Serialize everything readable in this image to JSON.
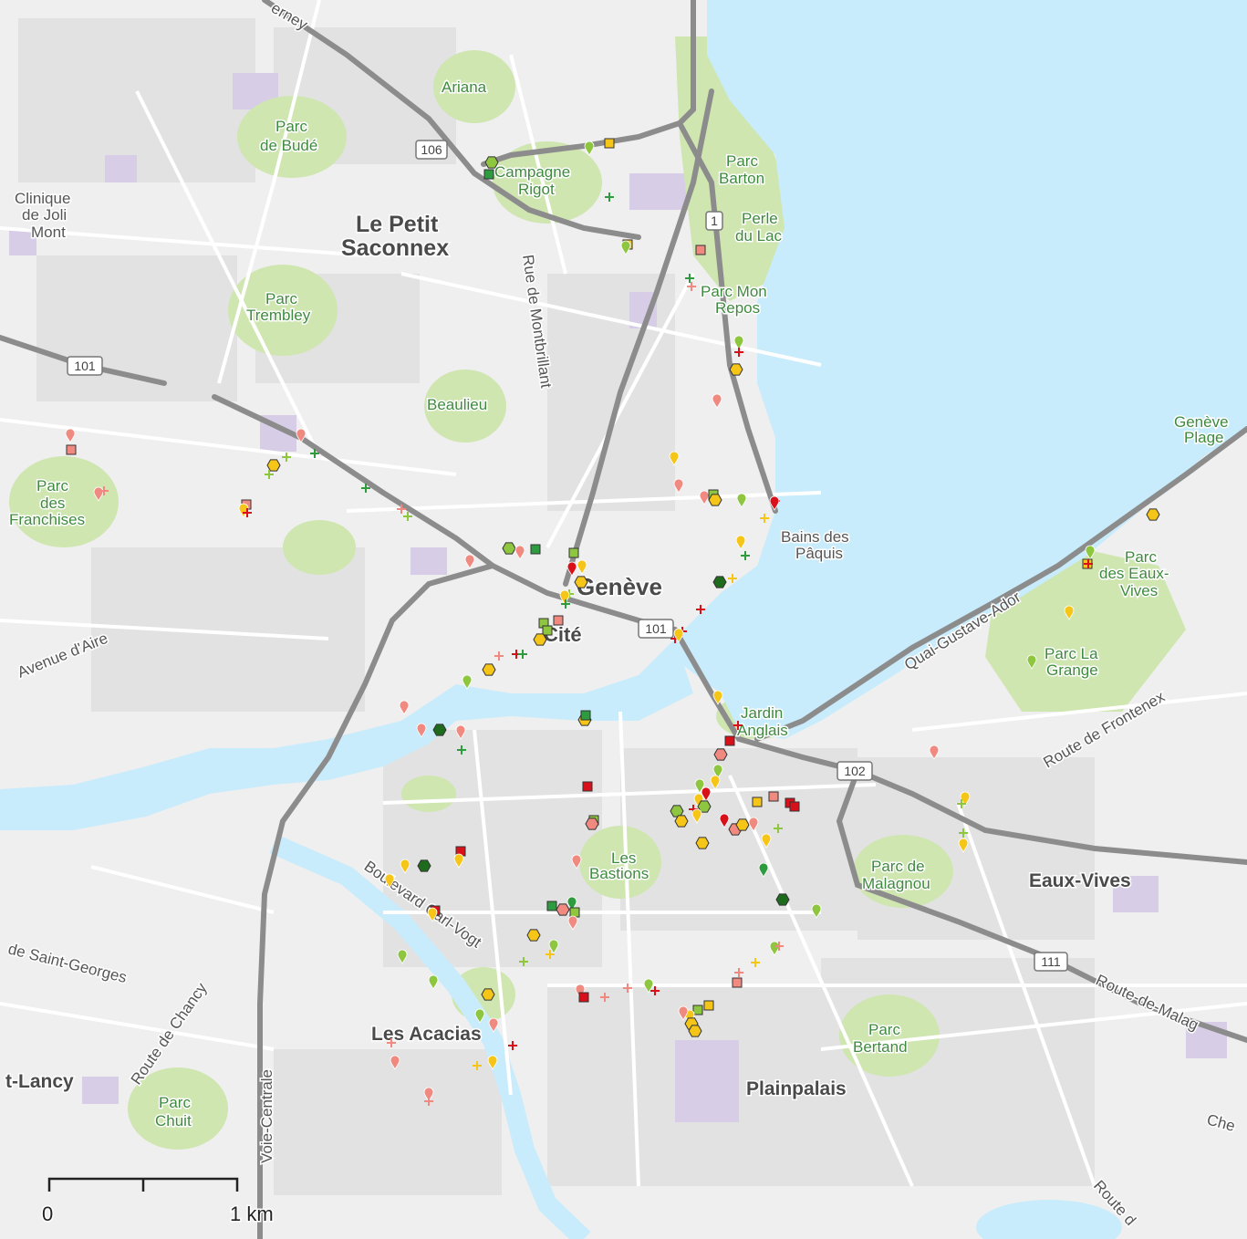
{
  "map": {
    "colors": {
      "land": "#efefef",
      "water": "#c8ecfb",
      "park": "#cfe6b0",
      "block": "#e2e2e2",
      "street": "#ffffff",
      "major_road": "#8c8c8c",
      "institution": "#d7cde6"
    },
    "districts": [
      {
        "id": "le-petit-saconnex-1",
        "text": "Le Petit"
      },
      {
        "id": "le-petit-saconnex-2",
        "text": "Saconnex"
      },
      {
        "id": "geneve",
        "text": "Genève"
      },
      {
        "id": "cite",
        "text": "Cité"
      },
      {
        "id": "eaux-vives",
        "text": "Eaux-Vives"
      },
      {
        "id": "plainpalais",
        "text": "Plainpalais"
      },
      {
        "id": "les-acacias",
        "text": "Les Acacias"
      },
      {
        "id": "lancy",
        "text": "t-Lancy"
      }
    ],
    "parks": [
      {
        "id": "ariana",
        "text": "Ariana"
      },
      {
        "id": "parc-bude-1",
        "text": "Parc"
      },
      {
        "id": "parc-bude-2",
        "text": "de Budé"
      },
      {
        "id": "campagne-rigot-1",
        "text": "Campagne"
      },
      {
        "id": "campagne-rigot-2",
        "text": "Rigot"
      },
      {
        "id": "parc-barton-1",
        "text": "Parc"
      },
      {
        "id": "parc-barton-2",
        "text": "Barton"
      },
      {
        "id": "perle-du-lac-1",
        "text": "Perle"
      },
      {
        "id": "perle-du-lac-2",
        "text": "du Lac"
      },
      {
        "id": "parc-mon-repos-1",
        "text": "Parc Mon"
      },
      {
        "id": "parc-mon-repos-2",
        "text": "Repos"
      },
      {
        "id": "parc-trembley-1",
        "text": "Parc"
      },
      {
        "id": "parc-trembley-2",
        "text": "Trembley"
      },
      {
        "id": "beaulieu",
        "text": "Beaulieu"
      },
      {
        "id": "parc-franchises-1",
        "text": "Parc"
      },
      {
        "id": "parc-franchises-2",
        "text": "des"
      },
      {
        "id": "parc-franchises-3",
        "text": "Franchises"
      },
      {
        "id": "parc-eaux-vives-1",
        "text": "Parc"
      },
      {
        "id": "parc-eaux-vives-2",
        "text": "des Eaux-"
      },
      {
        "id": "parc-eaux-vives-3",
        "text": "Vives"
      },
      {
        "id": "parc-la-grange-1",
        "text": "Parc La"
      },
      {
        "id": "parc-la-grange-2",
        "text": "Grange"
      },
      {
        "id": "jardin-anglais-1",
        "text": "Jardin"
      },
      {
        "id": "jardin-anglais-2",
        "text": "Anglais"
      },
      {
        "id": "les-bastions-1",
        "text": "Les"
      },
      {
        "id": "les-bastions-2",
        "text": "Bastions"
      },
      {
        "id": "parc-malagnou-1",
        "text": "Parc de"
      },
      {
        "id": "parc-malagnou-2",
        "text": "Malagnou"
      },
      {
        "id": "parc-bertrand-1",
        "text": "Parc"
      },
      {
        "id": "parc-bertrand-2",
        "text": "Bertand"
      },
      {
        "id": "parc-chuit-1",
        "text": "Parc"
      },
      {
        "id": "parc-chuit-2",
        "text": "Chuit"
      },
      {
        "id": "geneve-plage-1",
        "text": "Genève"
      },
      {
        "id": "geneve-plage-2",
        "text": "Plage"
      }
    ],
    "pois": [
      {
        "id": "clinique-1",
        "text": "Clinique"
      },
      {
        "id": "clinique-2",
        "text": "de Joli"
      },
      {
        "id": "clinique-3",
        "text": "Mont"
      },
      {
        "id": "bains-paquis-1",
        "text": "Bains des"
      },
      {
        "id": "bains-paquis-2",
        "text": "Pâquis"
      }
    ],
    "roads": [
      {
        "id": "ferney",
        "text": "erney"
      },
      {
        "id": "montbrillant",
        "text": "Rue de Montbrillant"
      },
      {
        "id": "avenue-aire",
        "text": "Avenue d'Aire"
      },
      {
        "id": "quai-ador",
        "text": "Quai-Gustave-Ador"
      },
      {
        "id": "route-frontenex",
        "text": "Route de Frontenex"
      },
      {
        "id": "bd-carl-vogt",
        "text": "Boulevard Carl-Vogt"
      },
      {
        "id": "saint-georges",
        "text": "de Saint-Georges"
      },
      {
        "id": "route-chancy",
        "text": "Route de Chancy"
      },
      {
        "id": "voie-centrale",
        "text": "Voie-Centrale"
      },
      {
        "id": "route-malagnou",
        "text": "Route-de-Malag"
      },
      {
        "id": "route-d",
        "text": "Route d"
      },
      {
        "id": "che",
        "text": "Che"
      }
    ],
    "shields": [
      {
        "id": "s106",
        "text": "106"
      },
      {
        "id": "s1",
        "text": "1"
      },
      {
        "id": "s101a",
        "text": "101"
      },
      {
        "id": "s101b",
        "text": "101"
      },
      {
        "id": "s102",
        "text": "102"
      },
      {
        "id": "s111",
        "text": "111"
      }
    ],
    "scale_bar": {
      "start": "0",
      "end": "1 km"
    },
    "marker_colors": {
      "dark_green": "#1e6b1e",
      "green": "#2e9b3e",
      "light_green": "#8ec63f",
      "yellow": "#f5c518",
      "salmon": "#f08a80",
      "red": "#d8101a"
    }
  }
}
